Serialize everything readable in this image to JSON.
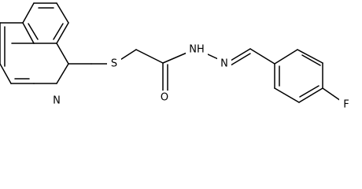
{
  "molecule": {
    "atom_labels": {
      "quinoline_nitrogen": "N",
      "thioether_sulfur": "S",
      "carbonyl_oxygen": "O",
      "hydrazide_nh": "NH",
      "hydrazone_nitrogen": "N",
      "fluorine": "F"
    }
  }
}
